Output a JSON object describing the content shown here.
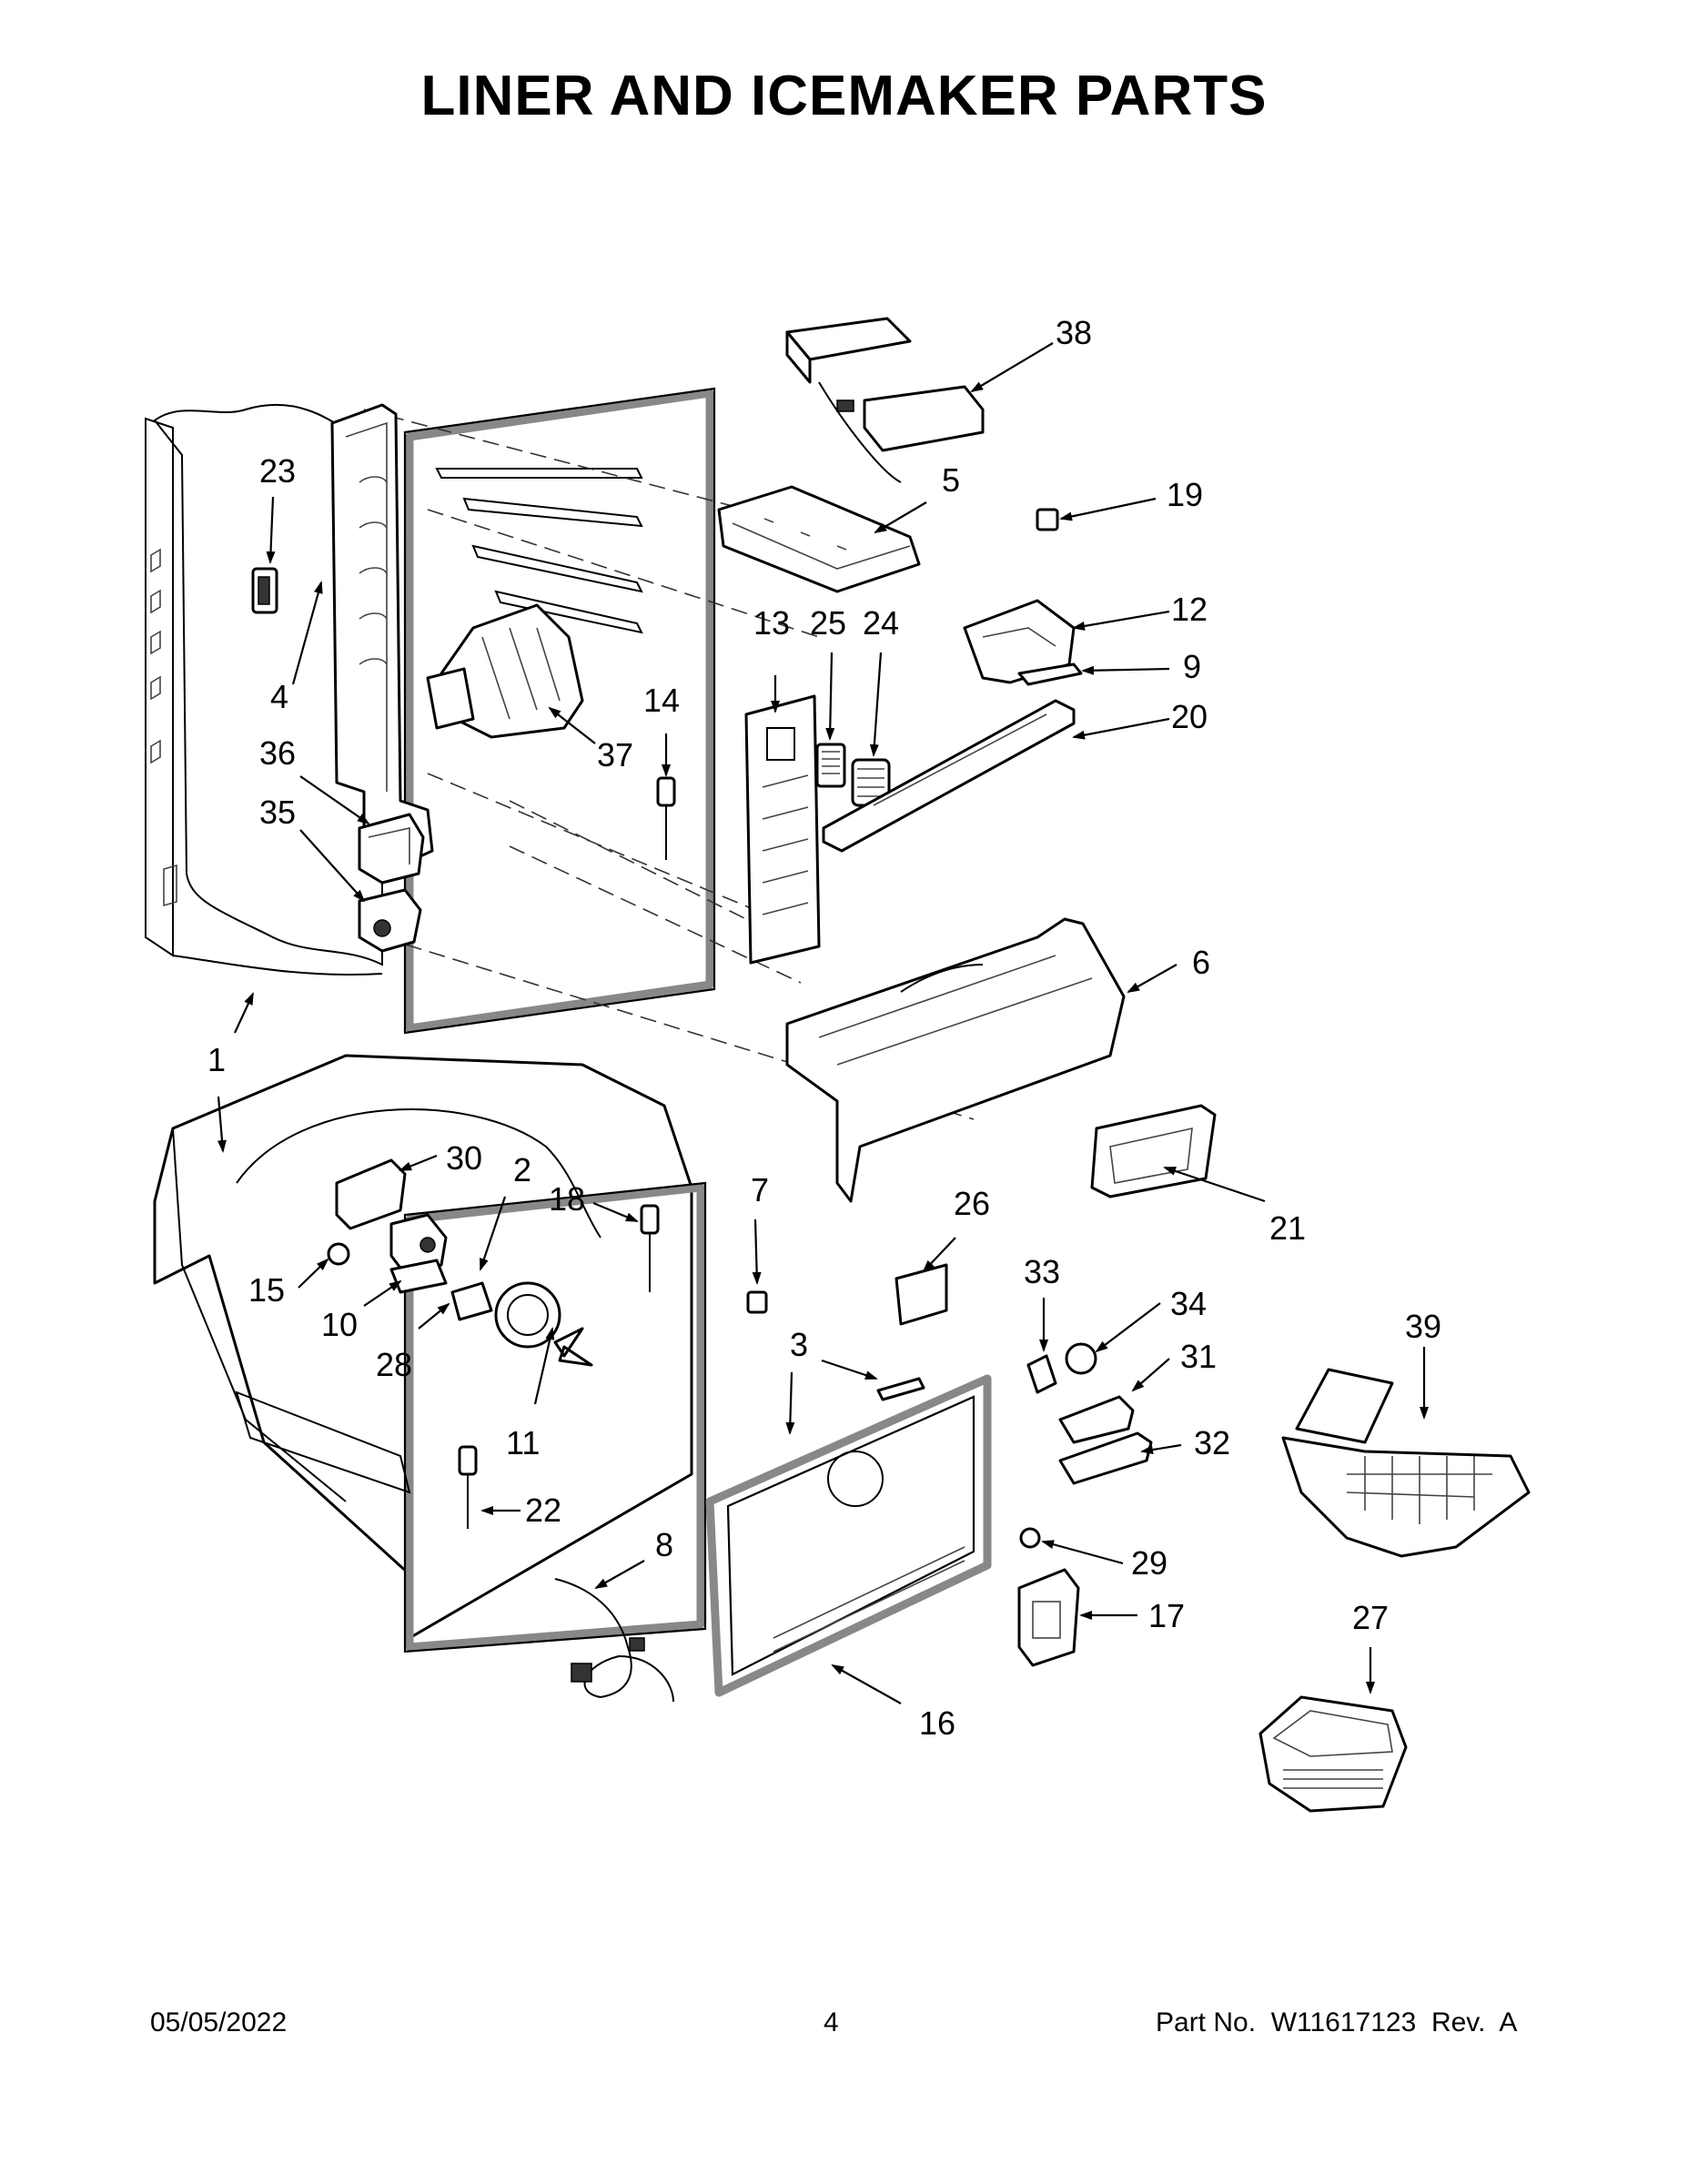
{
  "title": "LINER AND ICEMAKER PARTS",
  "footer": {
    "date": "05/05/2022",
    "page": "4",
    "part_no": "Part No.  W11617123  Rev.  A"
  },
  "callouts": [
    {
      "id": "c1",
      "text": "1"
    },
    {
      "id": "c2",
      "text": "2"
    },
    {
      "id": "c3",
      "text": "3"
    },
    {
      "id": "c4",
      "text": "4"
    },
    {
      "id": "c5",
      "text": "5"
    },
    {
      "id": "c6",
      "text": "6"
    },
    {
      "id": "c7",
      "text": "7"
    },
    {
      "id": "c8",
      "text": "8"
    },
    {
      "id": "c9",
      "text": "9"
    },
    {
      "id": "c10",
      "text": "10"
    },
    {
      "id": "c11",
      "text": "11"
    },
    {
      "id": "c12",
      "text": "12"
    },
    {
      "id": "c13",
      "text": "13"
    },
    {
      "id": "c14",
      "text": "14"
    },
    {
      "id": "c15",
      "text": "15"
    },
    {
      "id": "c16",
      "text": "16"
    },
    {
      "id": "c17",
      "text": "17"
    },
    {
      "id": "c18",
      "text": "18"
    },
    {
      "id": "c19",
      "text": "19"
    },
    {
      "id": "c20",
      "text": "20"
    },
    {
      "id": "c21",
      "text": "21"
    },
    {
      "id": "c22",
      "text": "22"
    },
    {
      "id": "c23",
      "text": "23"
    },
    {
      "id": "c24",
      "text": "24"
    },
    {
      "id": "c25",
      "text": "25"
    },
    {
      "id": "c26",
      "text": "26"
    },
    {
      "id": "c27",
      "text": "27"
    },
    {
      "id": "c28",
      "text": "28"
    },
    {
      "id": "c29",
      "text": "29"
    },
    {
      "id": "c30",
      "text": "30"
    },
    {
      "id": "c31",
      "text": "31"
    },
    {
      "id": "c32",
      "text": "32"
    },
    {
      "id": "c33",
      "text": "33"
    },
    {
      "id": "c34",
      "text": "34"
    },
    {
      "id": "c35",
      "text": "35"
    },
    {
      "id": "c36",
      "text": "36"
    },
    {
      "id": "c37",
      "text": "37"
    },
    {
      "id": "c38",
      "text": "38"
    },
    {
      "id": "c39",
      "text": "39"
    }
  ]
}
